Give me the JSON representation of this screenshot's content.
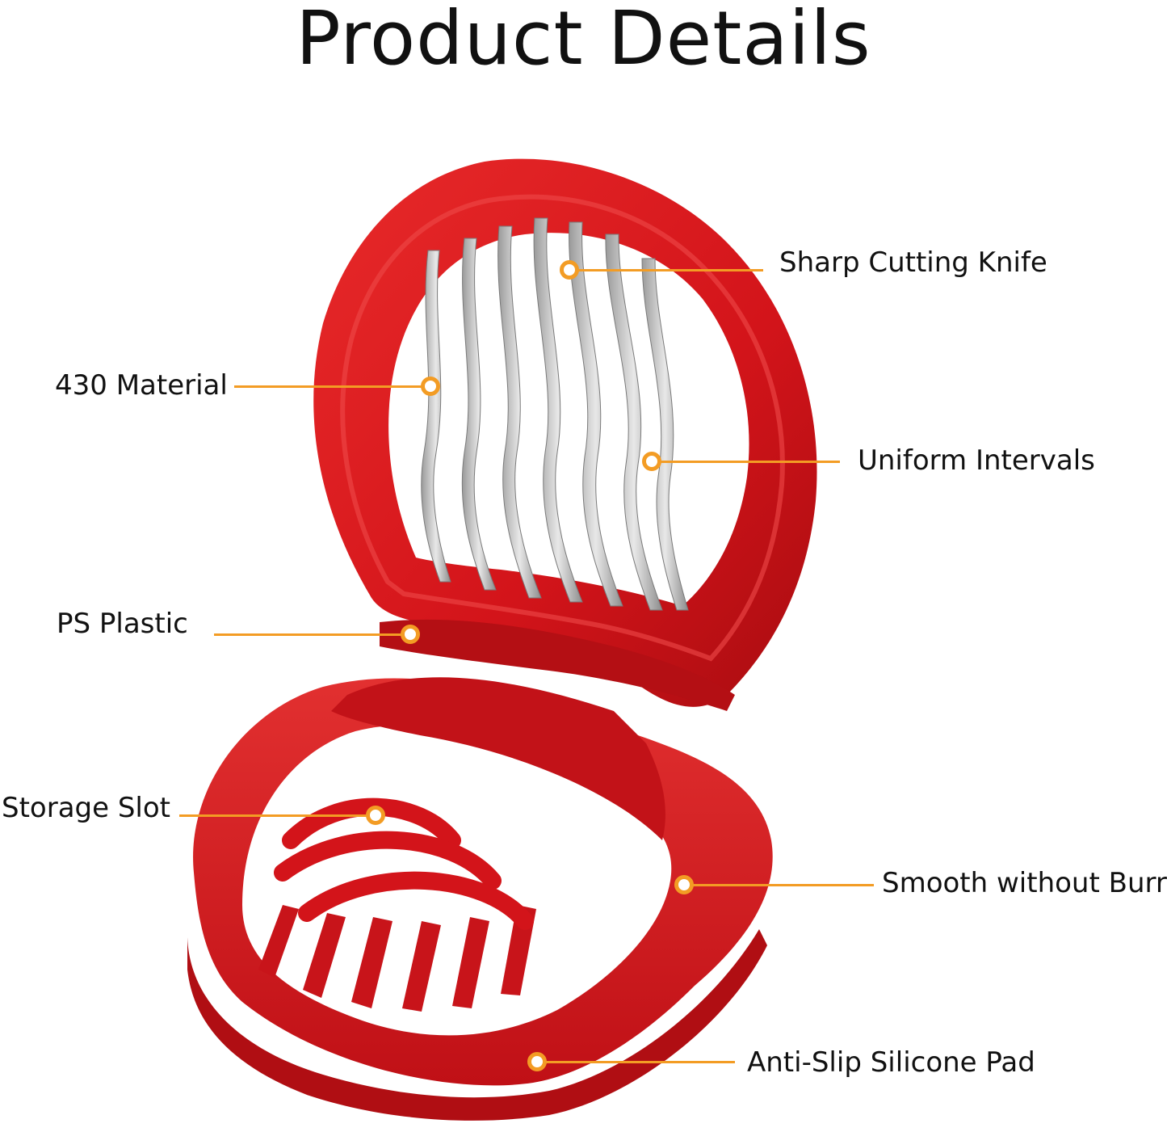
{
  "title": "Product Details",
  "colors": {
    "accent": "#f39c24",
    "product_red": "#d8161b",
    "product_dark": "#a50c10",
    "text": "#111111"
  },
  "callouts": [
    {
      "id": "sharp-cutting-knife",
      "label": "Sharp Cutting Knife"
    },
    {
      "id": "430-material",
      "label": "430 Material"
    },
    {
      "id": "uniform-intervals",
      "label": "Uniform Intervals"
    },
    {
      "id": "ps-plastic",
      "label": "PS Plastic"
    },
    {
      "id": "storage-slot",
      "label": "Storage Slot"
    },
    {
      "id": "smooth-without-burrs",
      "label": "Smooth without Burrs"
    },
    {
      "id": "anti-slip-silicone-pad",
      "label": "Anti-Slip Silicone Pad"
    }
  ]
}
